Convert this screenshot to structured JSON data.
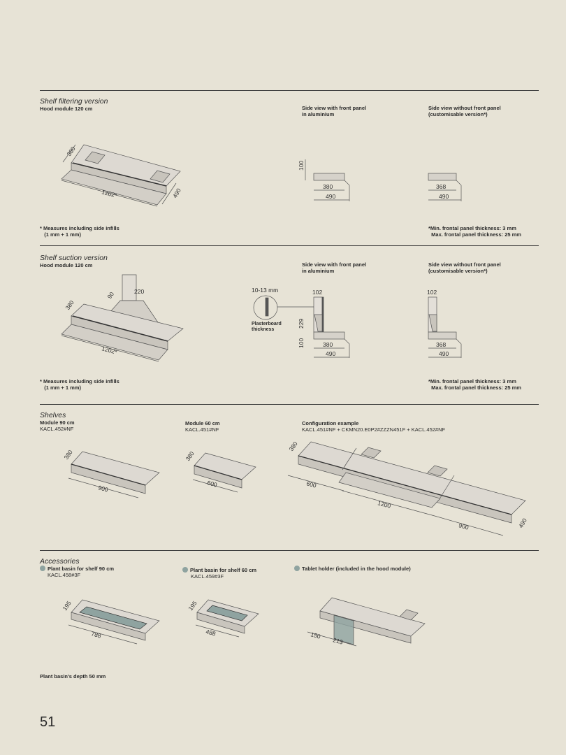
{
  "page_number": "51",
  "filtering": {
    "title": "Shelf filtering version",
    "subtitle": "Hood module 120 cm",
    "side_front_label": "Side view with front panel\nin aluminium",
    "side_nofront_label": "Side view without front panel\n(customisable version*)",
    "note_left": "* Measures including side infills\n   (1 mm + 1 mm)",
    "note_right": "*Min. frontal panel thickness: 3 mm\n  Max. frontal panel thickness: 25 mm",
    "dims": {
      "depth": "380",
      "width": "1202*",
      "total_depth": "490",
      "h": "100",
      "a_380": "380",
      "a_490": "490",
      "b_368": "368",
      "b_490": "490"
    }
  },
  "suction": {
    "title": "Shelf suction version",
    "subtitle": "Hood module 120 cm",
    "side_front_label": "Side view with front panel\nin aluminium",
    "side_nofront_label": "Side view without front panel\n(customisable version*)",
    "note_left": "* Measures including side infills\n   (1 mm + 1 mm)",
    "note_right": "*Min. frontal panel thickness: 3 mm\n  Max. frontal panel thickness: 25 mm",
    "plasterboard_range": "10-13 mm",
    "plasterboard_label": "Plasterboard\nthickness",
    "dims": {
      "depth": "380",
      "width": "1202*",
      "duct_a": "90",
      "duct_b": "220",
      "a_102": "102",
      "a_229": "229",
      "a_100": "100",
      "a_380": "380",
      "a_490": "490",
      "b_102": "102",
      "b_368": "368",
      "b_490": "490"
    }
  },
  "shelves": {
    "title": "Shelves",
    "items": [
      {
        "label": "Module 90 cm",
        "code": "KACL.452#NF",
        "depth": "380",
        "width": "900"
      },
      {
        "label": "Module 60 cm",
        "code": "KACL.451#NF",
        "depth": "380",
        "width": "600"
      }
    ],
    "config": {
      "label": "Configuration example",
      "code": "KACL.451#NF + CKMN20.E0P2#ZZZN451F + KACL.452#NF",
      "depth": "380",
      "w1": "600",
      "w2": "1200",
      "w3": "900",
      "total": "490"
    }
  },
  "accessories": {
    "title": "Accessories",
    "dot_color": "#8fa3a0",
    "items": [
      {
        "label": "Plant basin for shelf 90 cm",
        "code": "KACL.458#3F",
        "depth": "195",
        "width": "788"
      },
      {
        "label": "Plant basin for shelf 60 cm",
        "code": "KACL.459#3F",
        "depth": "195",
        "width": "488"
      },
      {
        "label": "Tablet holder (included in the hood module)",
        "a": "150",
        "b": "213"
      }
    ],
    "note": "Plant basin's depth 50 mm"
  }
}
